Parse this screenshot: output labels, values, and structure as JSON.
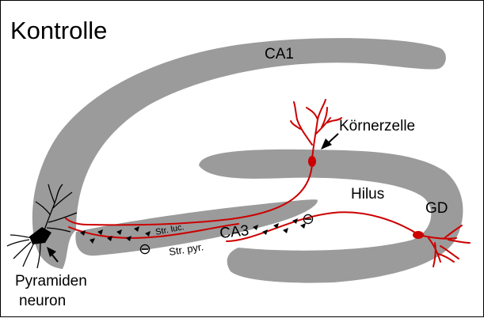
{
  "title": "Kontrolle",
  "labels": {
    "ca1": "CA1",
    "ca3": "CA3",
    "gd": "GD",
    "hilus": "Hilus",
    "koernerzelle": "Körnerzelle",
    "pyramiden_line1": "Pyramiden",
    "pyramiden_line2": "neuron",
    "str_luc": "Str. luc.",
    "str_pyr": "Str. pyr.",
    "inhibit_symbol": "⊖"
  },
  "colors": {
    "tissue": "#9b9b9b",
    "axon": "#cc0000",
    "neuron": "#000000"
  }
}
